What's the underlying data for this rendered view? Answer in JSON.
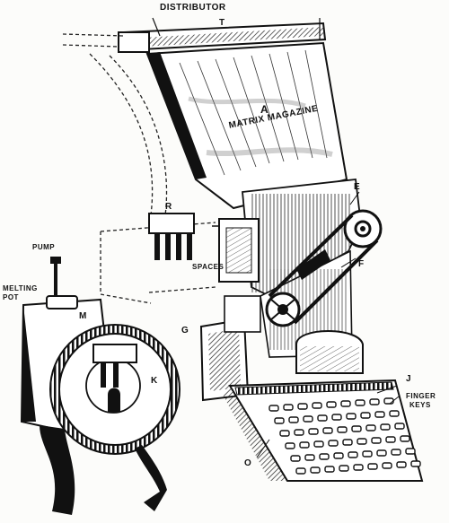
{
  "labels": {
    "distributor": "DISTRIBUTOR",
    "t": "T",
    "a": "A",
    "matrix_magazine": "MATRIX MAGAZINE",
    "e": "E",
    "r": "R",
    "spaces": "SPACES",
    "f": "F",
    "pump": "PUMP",
    "melting_pot_1": "MELTING",
    "melting_pot_2": "POT",
    "m": "M",
    "g": "G",
    "k": "K",
    "j": "J",
    "finger_keys_1": "FINGER",
    "finger_keys_2": "KEYS",
    "o": "O"
  },
  "colors": {
    "ink": "#111111",
    "paper": "#fcfcfa",
    "shade": "#555555"
  }
}
